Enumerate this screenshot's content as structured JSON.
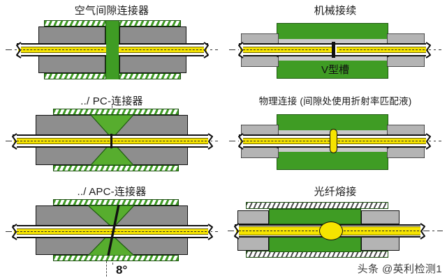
{
  "figure": {
    "title_implicit": "",
    "watermark": "头条 @英利检测1"
  },
  "panels": [
    {
      "id": "air-gap-connector",
      "title": "空气间隙连接器",
      "inner_label": "",
      "annotation": ""
    },
    {
      "id": "mechanical-splice",
      "title": "机械接续",
      "inner_label": "V型槽",
      "annotation": ""
    },
    {
      "id": "pc-connector",
      "title": "../ PC-连接器",
      "inner_label": "",
      "annotation": ""
    },
    {
      "id": "physical-contact",
      "title": "物理连接 (间隙处使用折射率匹配液)",
      "inner_label": "",
      "annotation": ""
    },
    {
      "id": "apc-connector",
      "title": "../ APC-连接器",
      "inner_label": "",
      "annotation": "8°"
    },
    {
      "id": "fusion-splice",
      "title": "光纤熔接",
      "inner_label": "",
      "annotation": ""
    }
  ],
  "colors": {
    "green": "#3f9c24",
    "green_dark": "#1e5a10",
    "gray_ferrule": "#8e8e8e",
    "silver": "#c9c9c9",
    "core_yellow": "#f6e400",
    "outline": "#111111",
    "background": "#ffffff"
  }
}
